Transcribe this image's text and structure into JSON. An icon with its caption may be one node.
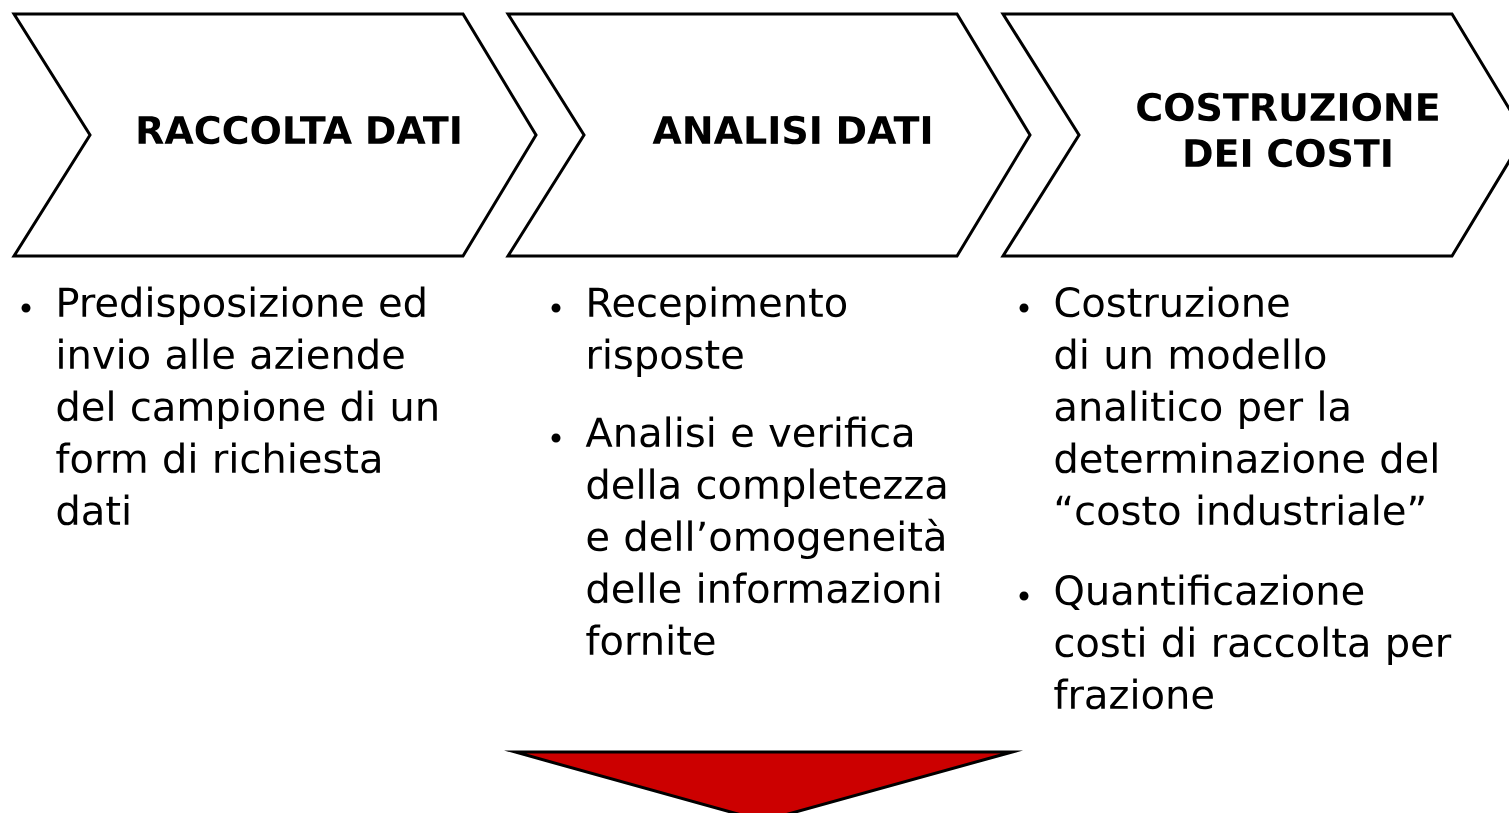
{
  "diagram": {
    "nodes": [
      {
        "text": [
          "RACCOLTA DATI"
        ],
        "beside": [
          "Predisposizione ed invio alle aziende del campione di un form di richiesta dati"
        ]
      },
      {
        "text": [
          "ANALISI DATI"
        ],
        "beside": [
          "Recepimento risposte",
          "Analisi e verifica della completezza e dell’omogeneità delle informazioni fornite"
        ]
      },
      {
        "text": [
          "COSTRUZIONE DEI COSTI"
        ],
        "beside": [
          "Costruzione di un modello analitico per la determinazione del “costo industriale”",
          "Quantificazione costi di raccolta per frazione"
        ]
      },
      {
        "text": [],
        "shape": "triangle"
      }
    ]
  }
}
